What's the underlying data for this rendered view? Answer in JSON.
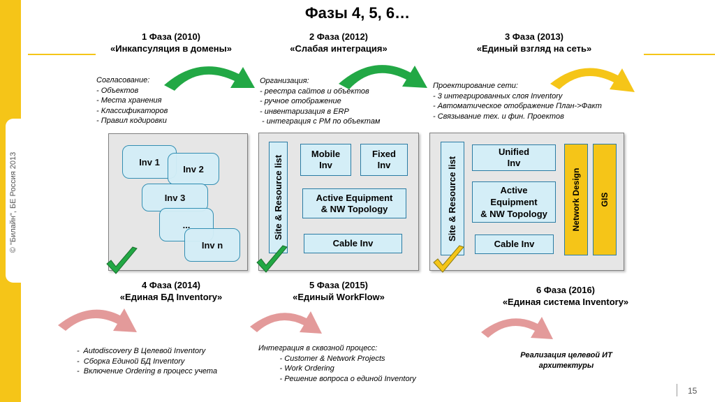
{
  "title": "Фазы 4, 5, 6…",
  "copyright": "© \"Билайн\", БЕ Россия 2013",
  "page_number": "15",
  "colors": {
    "accent": "#f5c518",
    "green_arrow": "#22a845",
    "yellow_arrow": "#f5c518",
    "pink_arrow": "#e39a9a",
    "box_fill": "#d4eef7",
    "box_border": "#2a7ba3"
  },
  "phases": {
    "p1": {
      "line1": "1 Фаза (2010)",
      "line2": "«Инкапсуляция в домены»"
    },
    "p2": {
      "line1": "2 Фаза (2012)",
      "line2": "«Слабая интеграция»"
    },
    "p3": {
      "line1": "3 Фаза (2013)",
      "line2": "«Единый взгляд на сеть»"
    },
    "p4": {
      "line1": "4 Фаза (2014)",
      "line2": "«Единая БД Inventory»"
    },
    "p5": {
      "line1": "5 Фаза (2015)",
      "line2": "«Единый WorkFlow»"
    },
    "p6": {
      "line1": "6 Фаза (2016)",
      "line2": "«Единая система Inventory»"
    }
  },
  "notes": {
    "n1": "Согласование:\n- Объектов\n- Места хранения\n- Классификаторов\n- Правил кодировки",
    "n2": "Организация:\n- реестра сайтов и объектов\n- ручное отображение\n- инвентаризация в ERP\n - интеграция с PM по объектам",
    "n3": "Проектирование сети:\n- 3 интегрированных слоя Inventory\n- Автоматическое отображение План->Факт\n- Связывание тех. и фин. Проектов",
    "n4": "-  Autodiscovery В Целевой Inventory\n-  Сборка Единой БД Inventory\n-  Включение Ordering в процесс учета",
    "n5": "Интеграция в сквозной процесс:\n          - Customer & Network Projects\n          - Work Ordering\n          - Решение вопроса о единой Inventory",
    "n6": "Реализация целевой ИТ\nархитектуры"
  },
  "panel1": {
    "inv1": "Inv 1",
    "inv2": "Inv 2",
    "inv3": "Inv 3",
    "dots": "...",
    "invn": "Inv n"
  },
  "panel2": {
    "site": "Site & Resource list",
    "mobile": "Mobile\nInv",
    "fixed": "Fixed\nInv",
    "active": "Active Equipment\n& NW Topology",
    "cable": "Cable Inv"
  },
  "panel3": {
    "site": "Site & Resource list",
    "unified": "Unified\nInv",
    "active": "Active\nEquipment\n& NW Topology",
    "cable": "Cable Inv",
    "network_design": "Network Design",
    "gis": "GIS"
  }
}
